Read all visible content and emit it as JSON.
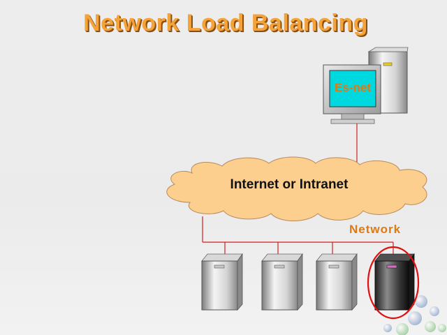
{
  "slide": {
    "title": "Network Load Balancing"
  },
  "diagram": {
    "client_label": "Es-net",
    "cloud_label": "Internet or Intranet",
    "network_label": "Network"
  },
  "colors": {
    "title": "#f4a23a",
    "cloud_fill": "#fccf8e",
    "link_line": "#d02020",
    "highlight_ring": "#e01010",
    "screen": "#00d8e0"
  },
  "servers": [
    {
      "state": "normal"
    },
    {
      "state": "normal"
    },
    {
      "state": "normal"
    },
    {
      "state": "failed"
    }
  ]
}
